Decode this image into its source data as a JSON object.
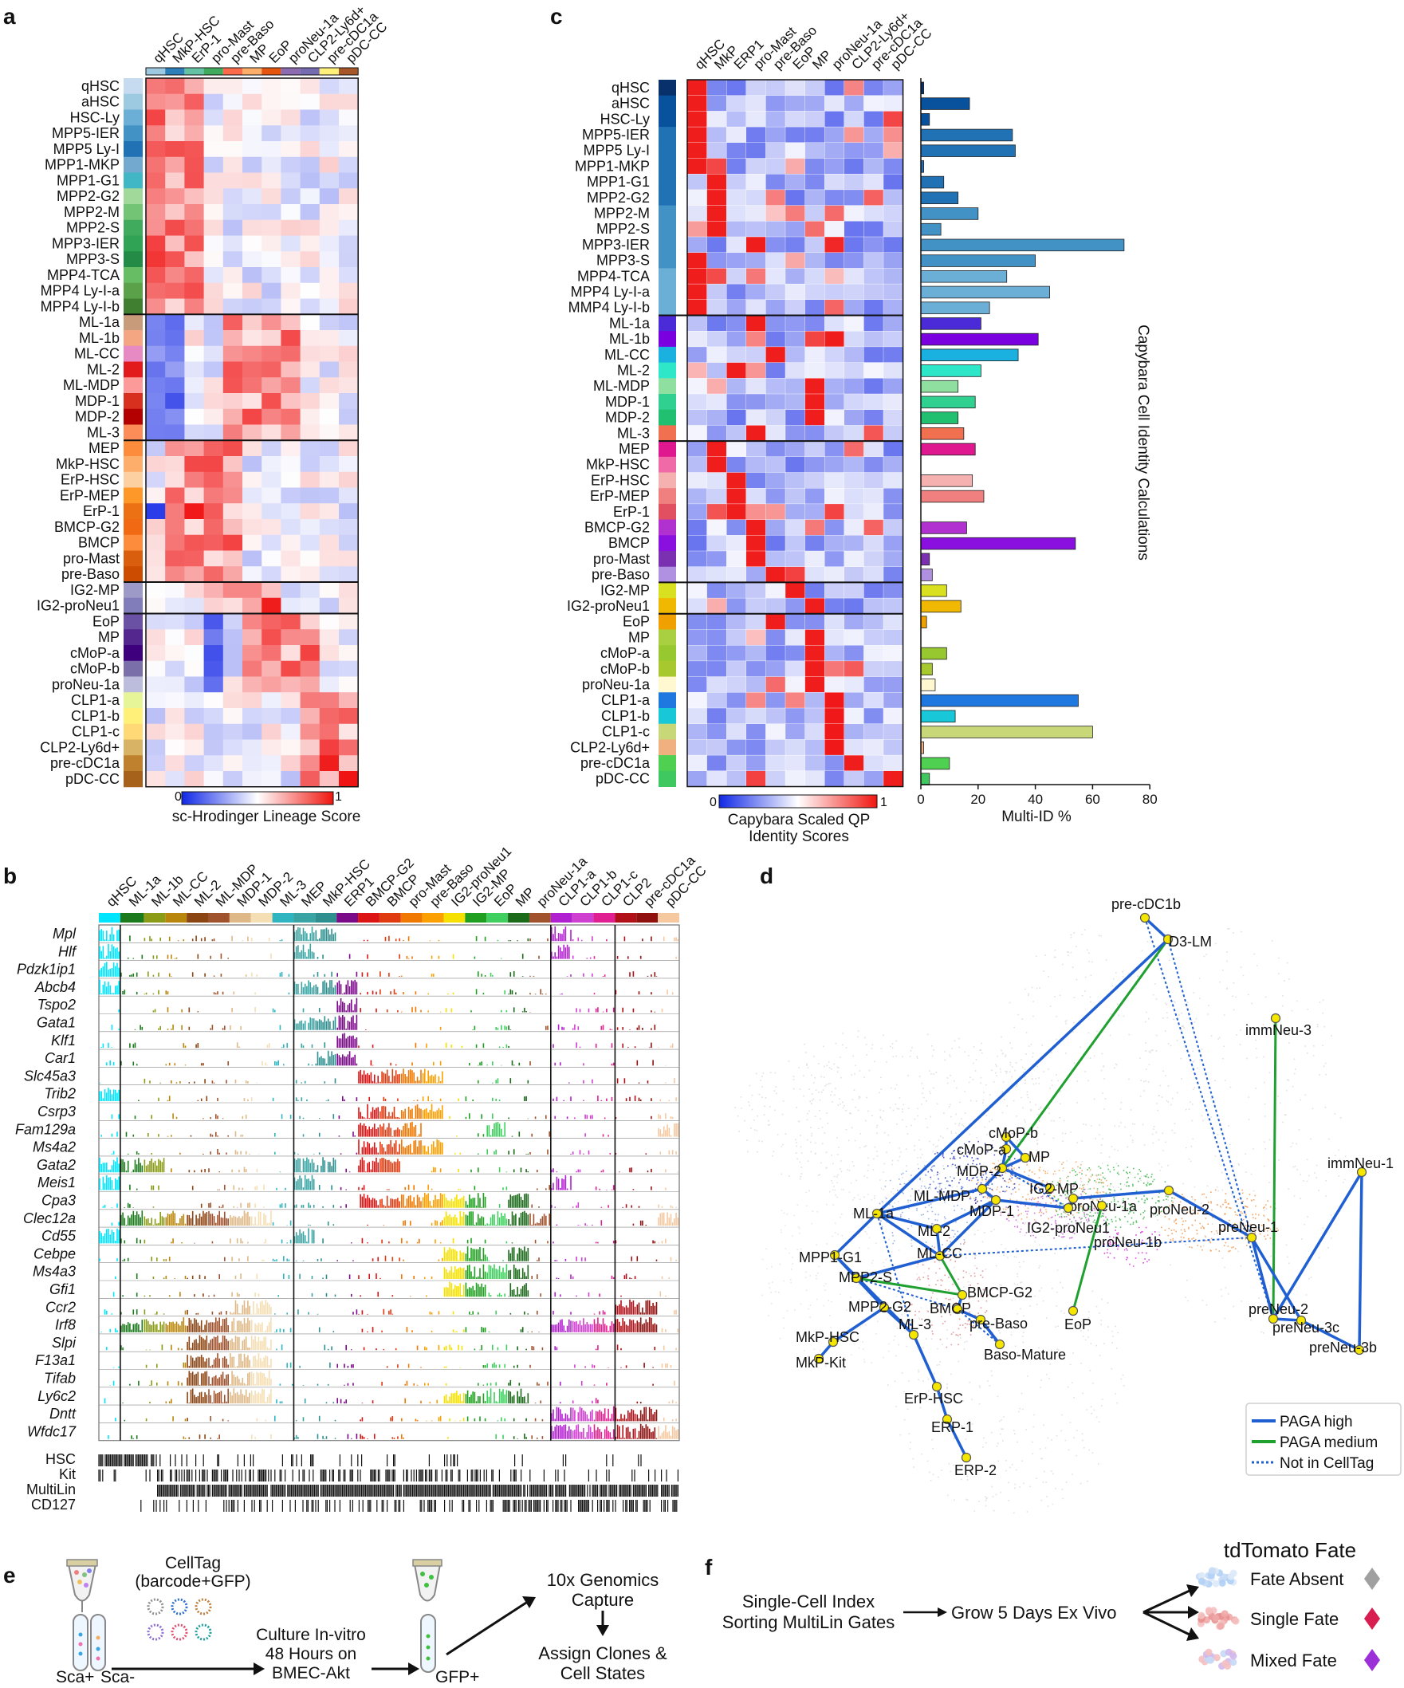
{
  "panels": {
    "a": {
      "letter": "a",
      "columns": [
        "qHSC",
        "MkP-HSC",
        "ErP-1",
        "pro-Mast",
        "pre-Baso",
        "MP",
        "EoP",
        "proNeu-1a",
        "CLP2-Ly6d+",
        "pre-cDC1a",
        "pDC-CC"
      ],
      "column_colors": [
        "#9ecae1",
        "#2c7fb8",
        "#66c2a4",
        "#41ab5d",
        "#fb6a4a",
        "#fdae6b",
        "#e6550d",
        "#8c6bb1",
        "#756bb1",
        "#fff07a",
        "#a65628"
      ],
      "rows": [
        "qHSC",
        "aHSC",
        "HSC-Ly",
        "MPP5-IER",
        "MPP5 Ly-I",
        "MPP1-MKP",
        "MPP1-G1",
        "MPP2-G2",
        "MPP2-M",
        "MPP2-S",
        "MPP3-IER",
        "MPP3-S",
        "MPP4-TCA",
        "MPP4 Ly-I-a",
        "MPP4 Ly-I-b",
        "ML-1a",
        "ML-1b",
        "ML-CC",
        "ML-2",
        "ML-MDP",
        "MDP-1",
        "MDP-2",
        "ML-3",
        "MEP",
        "MkP-HSC",
        "ErP-HSC",
        "ErP-MEP",
        "ErP-1",
        "BMCP-G2",
        "BMCP",
        "pro-Mast",
        "pre-Baso",
        "IG2-MP",
        "IG2-proNeu1",
        "EoP",
        "MP",
        "cMoP-a",
        "cMoP-b",
        "proNeu-1a",
        "CLP1-a",
        "CLP1-b",
        "CLP1-c",
        "CLP2-Ly6d+",
        "pre-cDC1a",
        "pDC-CC"
      ],
      "row_colors": [
        "#c6dbef",
        "#9ecae1",
        "#6baed6",
        "#4292c6",
        "#2171b5",
        "#74a9cf",
        "#41b6c4",
        "#a1d99b",
        "#74c476",
        "#41ab5d",
        "#31a354",
        "#238b45",
        "#66bd63",
        "#5aa14a",
        "#3f7f2f",
        "#c89b7b",
        "#f4a582",
        "#e78ac3",
        "#e31a1c",
        "#fb9a99",
        "#d7301f",
        "#b30000",
        "#fc8d59",
        "#fd8d3c",
        "#fdae6b",
        "#fdd0a2",
        "#fe9929",
        "#ec7014",
        "#f16913",
        "#fd8d3c",
        "#d95f0e",
        "#cc4c02",
        "#9e9ac8",
        "#807dba",
        "#6a51a3",
        "#54278f",
        "#3f007d",
        "#7a6fa8",
        "#bcbddc",
        "#e6f598",
        "#fff07a",
        "#fed976",
        "#d8b365",
        "#bf812d",
        "#a6611a"
      ],
      "colorbar_min": "0",
      "colorbar_max": "1",
      "colorbar_label": "sc-Hrodinger Lineage Score"
    },
    "b": {
      "letter": "b",
      "columns": [
        "qHSC",
        "ML-1a",
        "ML-1b",
        "ML-CC",
        "ML-2",
        "ML-MDP",
        "MDP-1",
        "MDP-2",
        "ML-3",
        "MEP",
        "MkP-HSC",
        "ERP1",
        "BMCP-G2",
        "BMCP",
        "pro-Mast",
        "pre-Baso",
        "IG2-proNeu1",
        "IG2-MP",
        "EoP",
        "MP",
        "proNeu-1a",
        "CLP1-a",
        "CLP1-b",
        "CLP1-c",
        "CLP2",
        "pre-cDC1a",
        "pDC-CC"
      ],
      "column_colors": [
        "#00e5ff",
        "#1b7a1b",
        "#8a9b16",
        "#b8860b",
        "#8b4513",
        "#a0522d",
        "#deb887",
        "#f5deb3",
        "#2fb5c0",
        "#3aa3a3",
        "#2f8f8f",
        "#7b0a88",
        "#dc1414",
        "#e03a10",
        "#f07800",
        "#fba000",
        "#f5e000",
        "#1f9e1f",
        "#3fcf5f",
        "#1a6a1a",
        "#a0522d",
        "#b020d0",
        "#d040d0",
        "#e02090",
        "#b01018",
        "#901010",
        "#f5c8a0"
      ],
      "genes": [
        "Mpl",
        "Hlf",
        "Pdzk1ip1",
        "Abcb4",
        "Tspo2",
        "Gata1",
        "Klf1",
        "Car1",
        "Slc45a3",
        "Trib2",
        "Csrp3",
        "Fam129a",
        "Ms4a2",
        "Gata2",
        "Meis1",
        "Cpa3",
        "Clec12a",
        "Cd55",
        "Cebpe",
        "Ms4a3",
        "Gfi1",
        "Ccr2",
        "Irf8",
        "Slpi",
        "F13a1",
        "Tifab",
        "Ly6c2",
        "Dntt",
        "Wfdc17"
      ],
      "markers": [
        "HSC",
        "Kit",
        "MultiLin",
        "CD127"
      ]
    },
    "c": {
      "letter": "c",
      "columns": [
        "qHSC",
        "MkP",
        "ERP1",
        "pro-Mast",
        "pre-Baso",
        "EoP",
        "MP",
        "proNeu-1a",
        "CLP2-Ly6d+",
        "pre-cDC1a",
        "pDC-CC"
      ],
      "column_colors": [
        "#0c2c84",
        "#225ea8",
        "#1d91c0",
        "#41b6c4",
        "#7fcdbb",
        "#c7e9b4",
        "#edf8b1",
        "#f7fcb9",
        "#d9f0a3",
        "#addd8e",
        "#78c679"
      ],
      "rows": [
        "qHSC",
        "aHSC",
        "HSC-Ly",
        "MPP5-IER",
        "MPP5 Ly-I",
        "MPP1-MKP",
        "MPP1-G1",
        "MPP2-G2",
        "MPP2-M",
        "MPP2-S",
        "MPP3-IER",
        "MPP3-S",
        "MPP4-TCA",
        "MPP4 Ly-I-a",
        "MMP4 Ly-I-b",
        "ML-1a",
        "ML-1b",
        "ML-CC",
        "ML-2",
        "ML-MDP",
        "MDP-1",
        "MDP-2",
        "ML-3",
        "MEP",
        "MkP-HSC",
        "ErP-HSC",
        "ErP-MEP",
        "ErP-1",
        "BMCP-G2",
        "BMCP",
        "pro-Mast",
        "pre-Baso",
        "IG2-MP",
        "IG2-proNeu1",
        "EoP",
        "MP",
        "cMoP-a",
        "cMoP-b",
        "proNeu-1a",
        "CLP1-a",
        "CLP1-b",
        "CLP1-c",
        "CLP2-Ly6d+",
        "pre-cDC1a",
        "pDC-CC"
      ],
      "row_colors": [
        "#08306b",
        "#08519c",
        "#08519c",
        "#2171b5",
        "#2171b5",
        "#2171b5",
        "#2171b5",
        "#2171b5",
        "#4292c6",
        "#4292c6",
        "#4292c6",
        "#4292c6",
        "#6baed6",
        "#6baed6",
        "#6baed6",
        "#4b2bd8",
        "#7a00e0",
        "#1ab0e0",
        "#2ee6c8",
        "#8fe0a0",
        "#30d090",
        "#20c070",
        "#f07050",
        "#e01890",
        "#f06aa8",
        "#f5b0b0",
        "#f08080",
        "#e05060",
        "#b030d0",
        "#8a10e0",
        "#7a30b0",
        "#b090e0",
        "#d8e020",
        "#f0b800",
        "#f0a000",
        "#a8d040",
        "#98c830",
        "#a8c830",
        "#fff8d0",
        "#1e78e0",
        "#18c8d8",
        "#c8d878",
        "#f0b080",
        "#50d050",
        "#40c860"
      ],
      "multi_id_values": [
        1,
        17,
        3,
        32,
        33,
        1,
        8,
        13,
        20,
        7,
        71,
        40,
        30,
        45,
        24,
        21,
        41,
        34,
        21,
        13,
        19,
        13,
        15,
        19,
        0,
        18,
        22,
        0,
        16,
        54,
        3,
        4,
        9,
        14,
        2,
        0,
        9,
        4,
        5,
        55,
        12,
        60,
        1,
        10,
        3
      ],
      "xaxis_ticks": [
        "0",
        "20",
        "40",
        "60",
        "80"
      ],
      "xlim": [
        0,
        80
      ],
      "xlabel": "Multi-ID %",
      "side_label": "Capybara Cell Identity Calculations",
      "colorbar_min": "0",
      "colorbar_max": "1",
      "colorbar_label_1": "Capybara Scaled QP",
      "colorbar_label_2": "Identity Scores"
    },
    "d": {
      "letter": "d",
      "nodes": [
        "pre-cDC1b",
        "D3-LM",
        "immNeu-3",
        "immNeu-1",
        "cMoP-b",
        "cMoP-a",
        "MP",
        "MDP-2",
        "ML-MDP",
        "IG2-MP",
        "proNeu-1a",
        "proNeu-2",
        "ML-1a",
        "MDP-1",
        "IG2-proNeu1",
        "preNeu-1",
        "ML-2",
        "proNeu-1b",
        "ML-CC",
        "MPP1-G1",
        "MPP2-S",
        "BMCP-G2",
        "MPP2-G2",
        "BMCP",
        "pre-Baso",
        "EoP",
        "preNeu-2",
        "preNeu-3c",
        "ML-3",
        "MkP-HSC",
        "Baso-Mature",
        "preNeu-3b",
        "MkP-Kit",
        "ErP-HSC",
        "ERP-1",
        "ERP-2"
      ],
      "legend": [
        "PAGA high",
        "PAGA medium",
        "Not in CellTag"
      ],
      "legend_colors": [
        "#1f5fd1",
        "#20a030",
        "#1f5fd1"
      ]
    },
    "e": {
      "letter": "e",
      "celltag_1": "CellTag",
      "celltag_2": "(barcode+GFP)",
      "sca_pos": "Sca+",
      "sca_neg": "Sca-",
      "culture_1": "Culture In-vitro",
      "culture_2": "48 Hours on",
      "culture_3": "BMEC-Akt",
      "gfp": "GFP+",
      "capture_1": "10x Genomics",
      "capture_2": "Capture",
      "assign_1": "Assign Clones &",
      "assign_2": "Cell States"
    },
    "f": {
      "letter": "f",
      "sort_1": "Single-Cell Index",
      "sort_2": "Sorting MultiLin Gates",
      "grow": "Grow 5 Days Ex Vivo",
      "fate_title": "tdTomato Fate",
      "fates": [
        "Fate Absent",
        "Single Fate",
        "Mixed Fate"
      ],
      "fate_colors": [
        "#a0a0a0",
        "#d81e50",
        "#9b30d8"
      ]
    }
  }
}
